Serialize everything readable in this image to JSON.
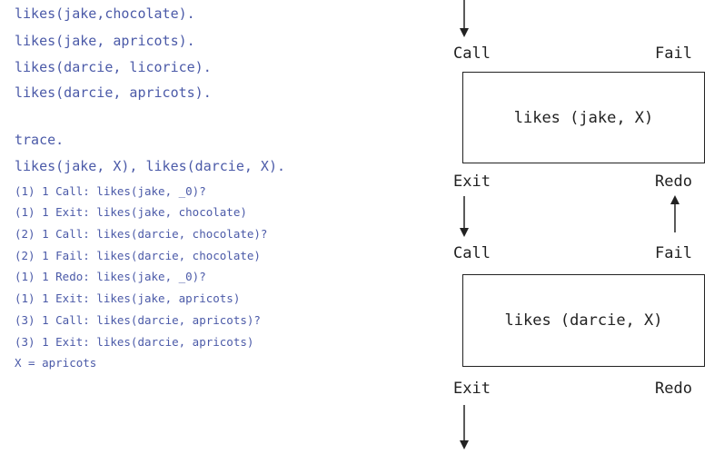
{
  "program": {
    "facts": [
      "likes(jake,chocolate).",
      "likes(jake, apricots).",
      "likes(darcie, licorice).",
      "likes(darcie, apricots)."
    ],
    "trace_cmd": "trace.",
    "query": "likes(jake, X), likes(darcie, X).",
    "trace_output": [
      "(1) 1 Call: likes(jake, _0)?",
      "(1) 1 Exit: likes(jake, chocolate)",
      "(2) 1 Call: likes(darcie, chocolate)?",
      "(2) 1 Fail: likes(darcie, chocolate)",
      "(1) 1 Redo: likes(jake, _0)?",
      "(1) 1 Exit: likes(jake, apricots)",
      "(3) 1 Call: likes(darcie, apricots)?",
      "(3) 1 Exit: likes(darcie, apricots)",
      "X = apricots"
    ]
  },
  "diagram": {
    "box1": {
      "label": "likes (jake, X)",
      "call": "Call",
      "fail": "Fail",
      "exit": "Exit",
      "redo": "Redo"
    },
    "box2": {
      "label": "likes (darcie, X)",
      "call": "Call",
      "fail": "Fail",
      "exit": "Exit",
      "redo": "Redo"
    }
  }
}
